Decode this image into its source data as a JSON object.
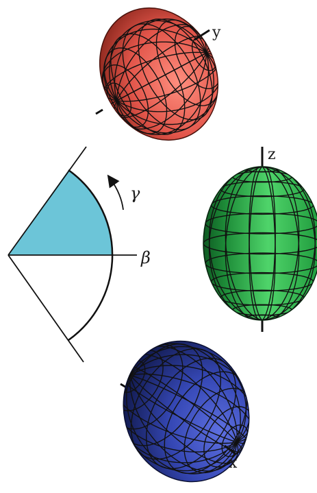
{
  "labels": {
    "y_axis": "y",
    "z_axis": "z",
    "x_axis": "x",
    "beta": "β",
    "gamma": "γ"
  },
  "colors": {
    "red_body": "#e2554a",
    "red_dark": "#6e1c14",
    "green_body": "#2fb84d",
    "green_dark": "#0d4a1c",
    "blue_body": "#3547b4",
    "blue_dark": "#121a4c",
    "sector_fill": "#6cc5d8",
    "grid_line": "#111111",
    "axis_line": "#111111"
  },
  "icons": {
    "gamma_arrow": "curved-arrow-icon"
  }
}
